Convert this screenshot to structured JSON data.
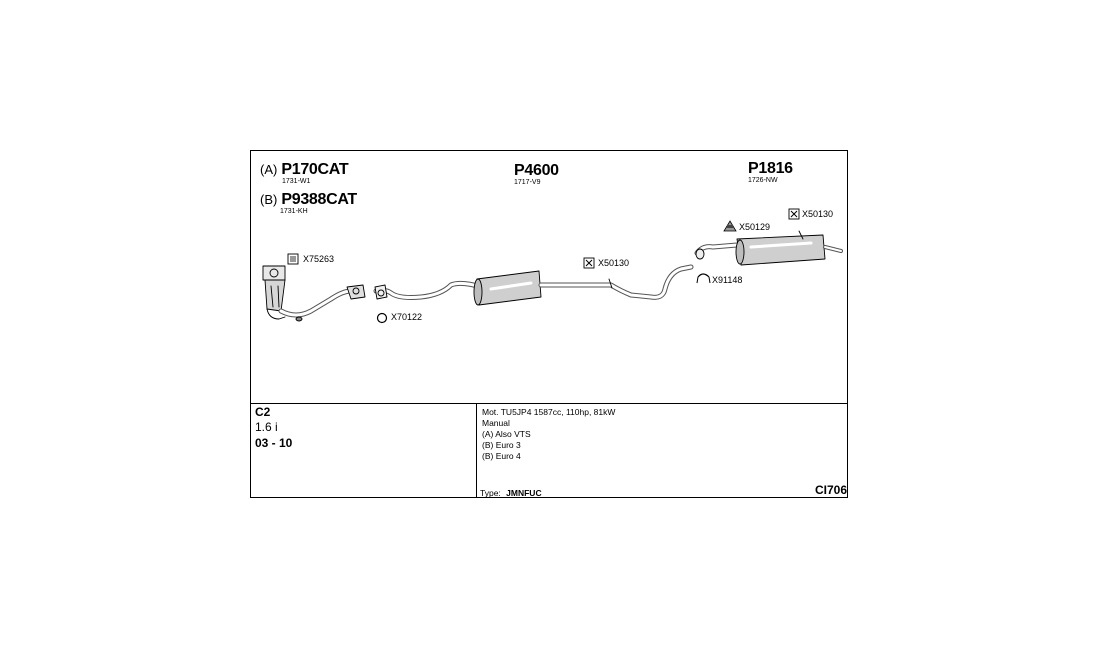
{
  "parts": {
    "a": {
      "prefix": "(A)",
      "number": "P170CAT",
      "ref": "1731-W1"
    },
    "b": {
      "prefix": "(B)",
      "number": "P9388CAT",
      "ref": "1731-KH"
    },
    "center": {
      "number": "P4600",
      "ref": "1717-V9"
    },
    "rear": {
      "number": "P1816",
      "ref": "1726-NW"
    }
  },
  "accessories": {
    "x75263": "X75263",
    "x70122": "X70122",
    "x50130_mid": "X50130",
    "x50129": "X50129",
    "x50130_rear": "X50130",
    "x91148": "X91148"
  },
  "vehicle": {
    "model": "C2",
    "engine": "1.6 i",
    "years": "03 - 10"
  },
  "specs": {
    "line1": "Mot. TU5JP4 1587cc, 110hp, 81kW",
    "line2": "Manual",
    "line3": "(A) Also VTS",
    "line4": "(B) Euro 3",
    "line5": "(B) Euro 4",
    "type_label": "Type:",
    "type_value": "JMNFUC"
  },
  "diagram_code": "CI706",
  "icons": {
    "square": "clamp-square-icon",
    "gasket": "gasket-ring-icon",
    "hanger": "rubber-hanger-icon",
    "bracket": "mounting-bracket-icon"
  }
}
